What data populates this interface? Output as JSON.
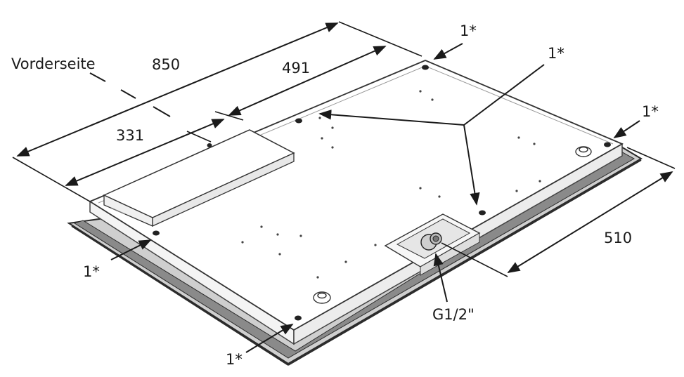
{
  "labels": {
    "front_side": "Vorderseite",
    "overall_length": "850",
    "inner_length": "491",
    "offset_length": "331",
    "depth": "510",
    "fitting": "G1/2\"",
    "marker": "1*"
  },
  "colors": {
    "line": "#1a1a1a",
    "panel_fill": "#ffffff",
    "panel_edge": "#555555",
    "frame_dark": "#2b2b2b",
    "frame_mid": "#8a8a8a",
    "frame_light": "#d9d9d9"
  }
}
